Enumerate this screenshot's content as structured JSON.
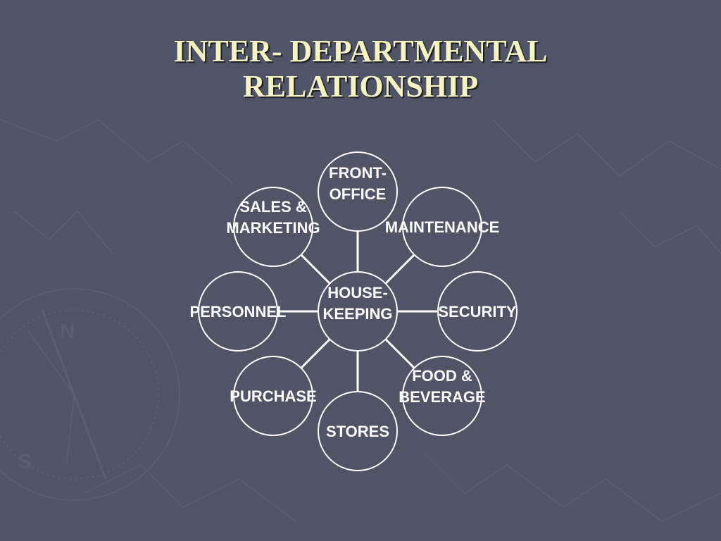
{
  "slide": {
    "title_line1": "INTER- DEPARTMENTAL",
    "title_line2": "RELATIONSHIP"
  },
  "diagram": {
    "center": {
      "id": "housekeeping",
      "lines": [
        "HOUSE-",
        "KEEPING"
      ]
    },
    "nodes": [
      {
        "id": "front-office",
        "lines": [
          "FRONT-",
          "OFFICE"
        ]
      },
      {
        "id": "maintenance",
        "lines": [
          "MAINTENANCE"
        ]
      },
      {
        "id": "security",
        "lines": [
          "SECURITY"
        ]
      },
      {
        "id": "food-beverage",
        "lines": [
          "FOOD &",
          "BEVERAGE"
        ]
      },
      {
        "id": "stores",
        "lines": [
          "STORES"
        ]
      },
      {
        "id": "purchase",
        "lines": [
          "PURCHASE"
        ]
      },
      {
        "id": "personnel",
        "lines": [
          "PERSONNEL"
        ]
      },
      {
        "id": "sales-marketing",
        "lines": [
          "SALES &",
          "MARKETING"
        ]
      }
    ]
  },
  "colors": {
    "background": "#4f5466",
    "title": "#f7f3c2",
    "circle_stroke": "#ffffff",
    "connector": "#ffffff"
  }
}
